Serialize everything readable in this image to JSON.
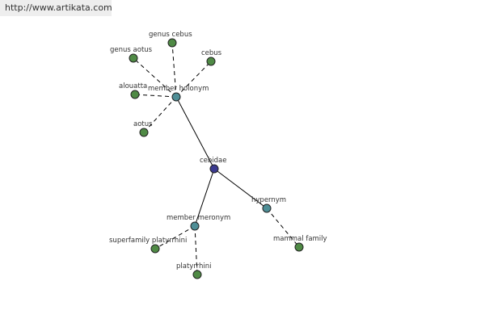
{
  "site_url": "http://www.artikata.com",
  "colors": {
    "leaf": "#4f8a45",
    "relation": "#4e8e96",
    "center": "#3b3a8f",
    "edge": "#000000"
  },
  "nodes": {
    "cebidae": {
      "label": "cebidae",
      "kind": "center"
    },
    "member_holonym": {
      "label": "member holonym",
      "kind": "relation"
    },
    "member_meronym": {
      "label": "member meronym",
      "kind": "relation"
    },
    "hypernym": {
      "label": "hypernym",
      "kind": "relation"
    },
    "genus_cebus": {
      "label": "genus cebus",
      "kind": "leaf"
    },
    "genus_aotus": {
      "label": "genus aotus",
      "kind": "leaf"
    },
    "cebus": {
      "label": "cebus",
      "kind": "leaf"
    },
    "alouatta": {
      "label": "alouatta",
      "kind": "leaf"
    },
    "aotus": {
      "label": "aotus",
      "kind": "leaf"
    },
    "superfamily_platyrrhini": {
      "label": "superfamily platyrrhini",
      "kind": "leaf"
    },
    "platyrrhini": {
      "label": "platyrrhini",
      "kind": "leaf"
    },
    "mammal_family": {
      "label": "mammal family",
      "kind": "leaf"
    }
  }
}
